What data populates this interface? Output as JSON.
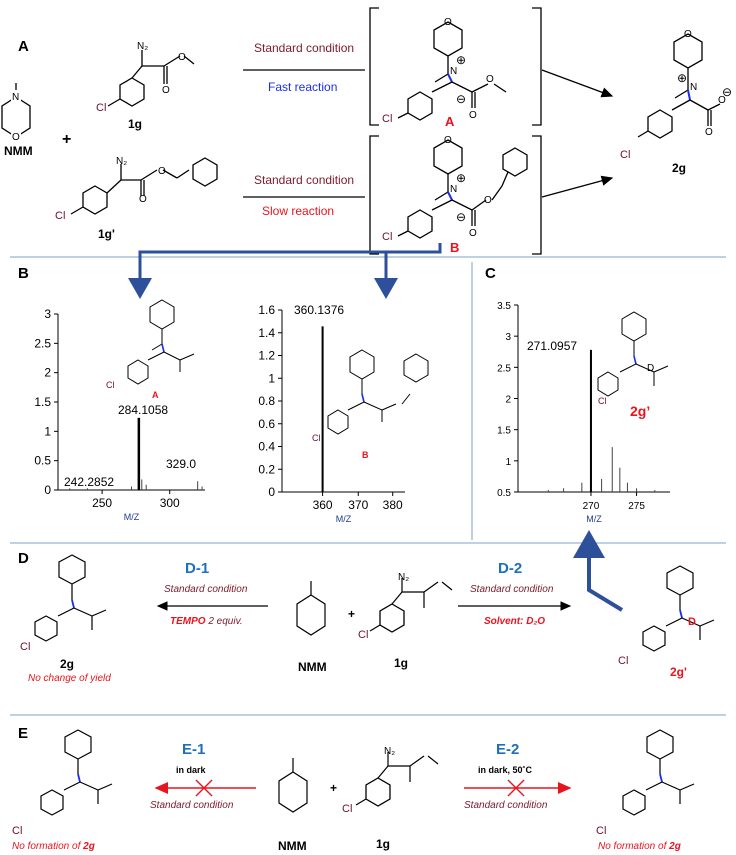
{
  "sections": {
    "A": "A",
    "B": "B",
    "C": "C",
    "D": "D",
    "E": "E"
  },
  "panel_a": {
    "nmm": "NMM",
    "plus": "+",
    "c1g": "1g",
    "c1g_prime": "1g'",
    "c2g": "2g",
    "int_a": "A",
    "int_b": "B",
    "top_condition": "Standard condition",
    "top_rate": "Fast reaction",
    "bottom_condition": "Standard condition",
    "bottom_rate": "Slow reaction",
    "n2": "N₂",
    "cl": "Cl",
    "n": "N",
    "o": "O",
    "plus_charge": "⊕",
    "minus_charge": "⊖"
  },
  "ms_b1": {
    "y_ticks": [
      "3",
      "2.5",
      "2",
      "1.5",
      "1",
      "0.5",
      "0"
    ],
    "x_ticks": [
      "250",
      "300"
    ],
    "xlabel": "M/Z",
    "peak_main": "284.1058",
    "peak_left": "242.2852",
    "peak_right": "329.0",
    "struct_label": "A"
  },
  "ms_b2": {
    "y_ticks": [
      "1.6",
      "1.4",
      "1.2",
      "1",
      "0.8",
      "0.6",
      "0.4",
      "0.2",
      "0"
    ],
    "x_ticks": [
      "360",
      "370",
      "380"
    ],
    "xlabel": "M/Z",
    "peak_main": "360.1376",
    "struct_label": "B"
  },
  "ms_c": {
    "y_ticks": [
      "3.5",
      "3",
      "2.5",
      "2",
      "1.5",
      "1",
      "0.5"
    ],
    "x_ticks": [
      "270",
      "275"
    ],
    "xlabel": "M/Z",
    "peak_main": "271.0957",
    "struct_label": "2g’",
    "d_label": "D"
  },
  "panel_d": {
    "d1": "D-1",
    "d2": "D-2",
    "left_condition": "Standard condition",
    "left_additive": "TEMPO",
    "left_additive_rest": " 2 equiv.",
    "right_condition": "Standard condition",
    "right_solvent": "Solvent: D₂O",
    "nmm": "NMM",
    "c1g": "1g",
    "c2g": "2g",
    "c2g_prime": "2g'",
    "no_change": "No change of yield",
    "d_label": "D"
  },
  "panel_e": {
    "e1": "E-1",
    "e2": "E-2",
    "e1_cond": "in dark",
    "e2_cond": "in dark, 50˚C",
    "left_condition": "Standard condition",
    "right_condition": "Standard condition",
    "nmm": "NMM",
    "c1g": "1g",
    "no_form_prefix": "No formation of ",
    "no_form_comp": "2g"
  },
  "colors": {
    "divider": "#7f9fc8",
    "blue_arrow": "#2e4f9a",
    "red": "#e8141d",
    "maroon": "#7a1a2a",
    "step_blue": "#1f6fc0"
  }
}
